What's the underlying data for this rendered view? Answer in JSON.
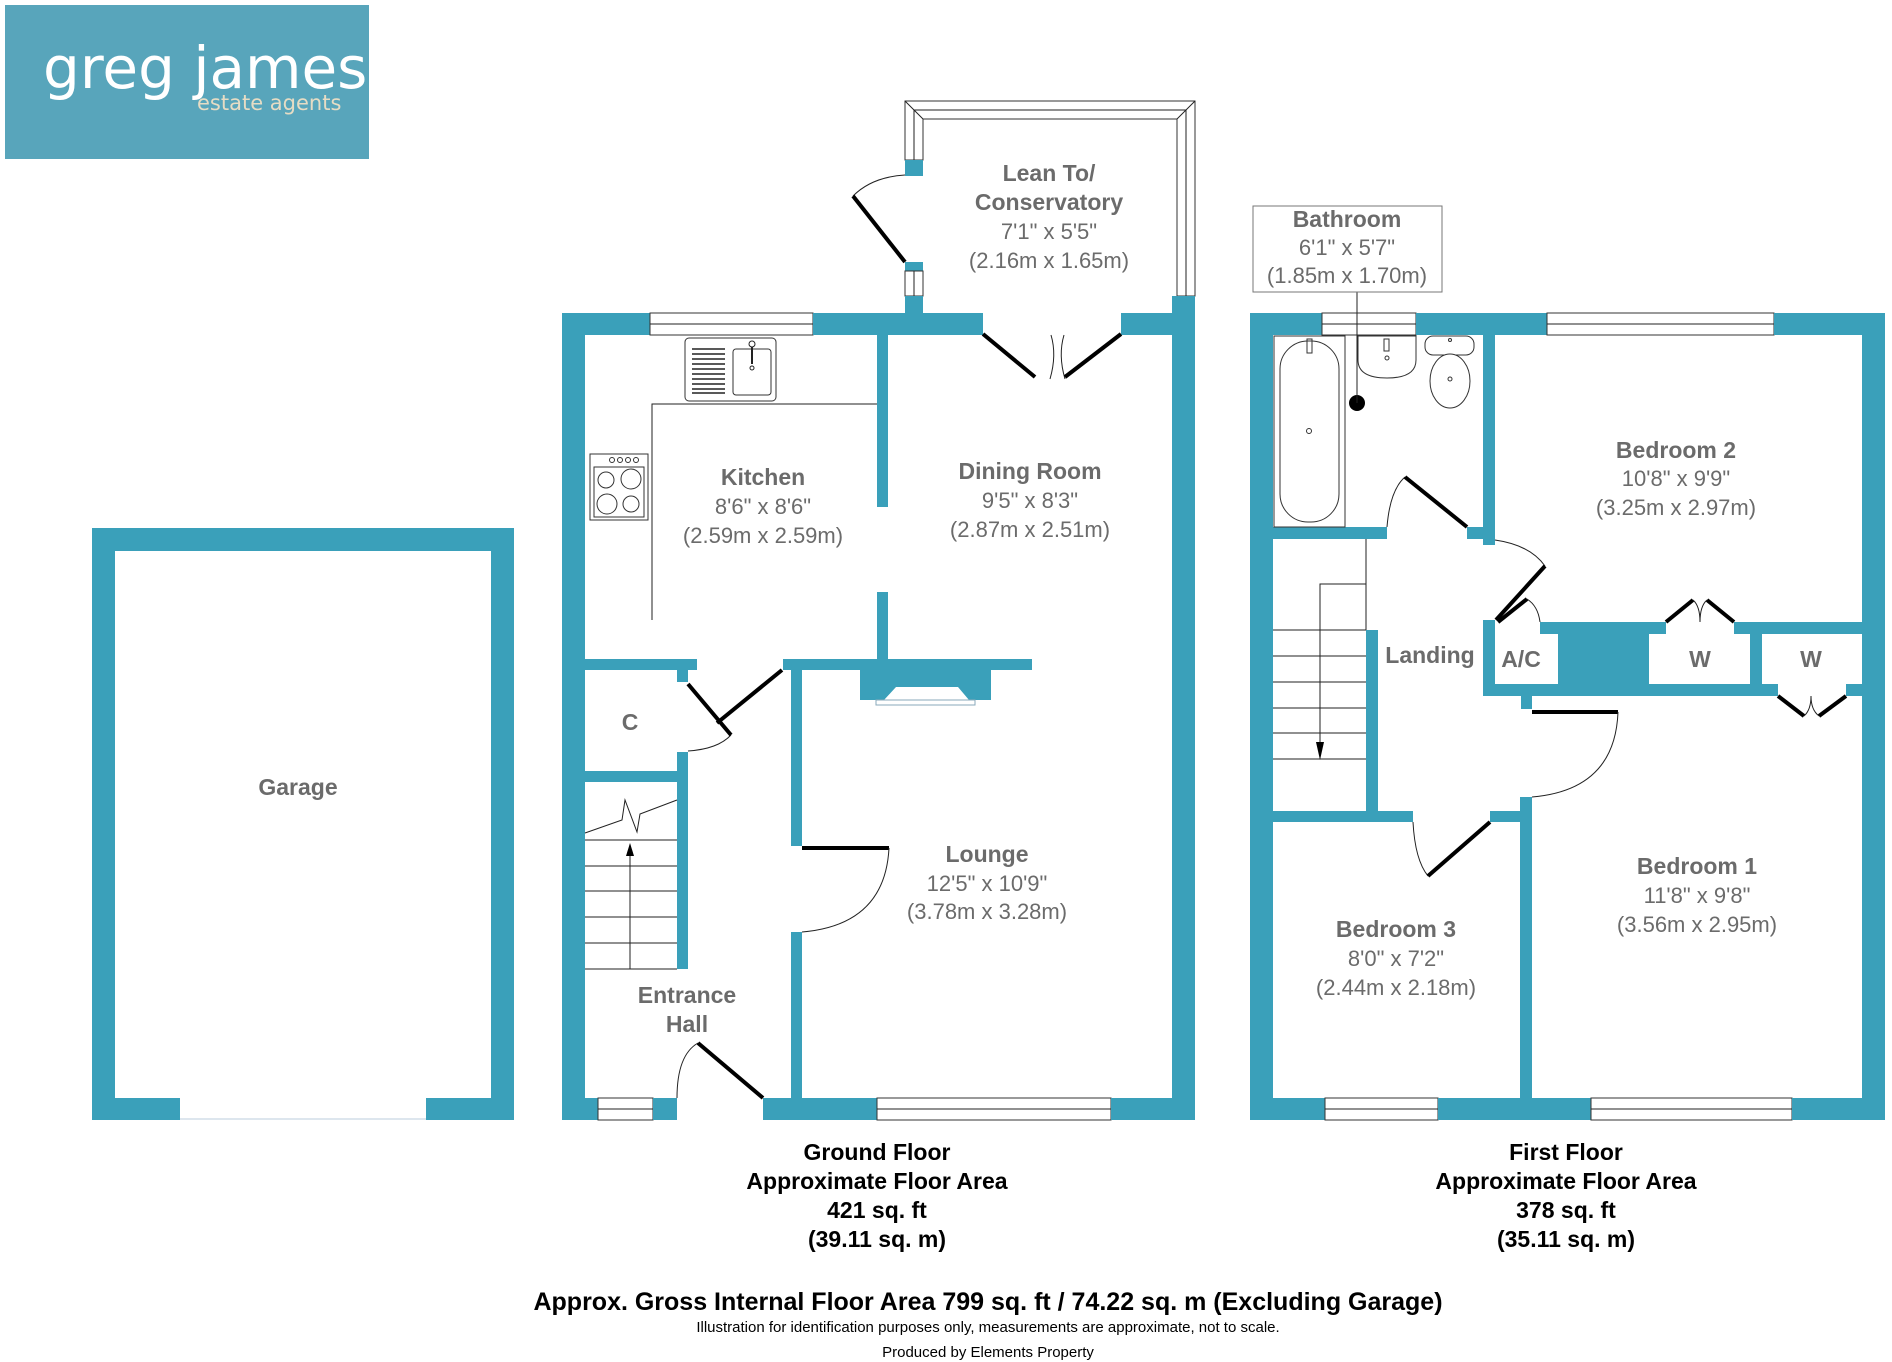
{
  "brand": {
    "name": "greg james",
    "tagline": "estate agents",
    "colors": {
      "logo_bg": "#58A5BB",
      "wall": "#3AA0BA",
      "room_text": "#6B6B6B",
      "tagline": "#E6DCC4"
    }
  },
  "ground_floor": {
    "rooms": {
      "garage": {
        "name": "Garage"
      },
      "conservatory": {
        "name_line1": "Lean To/",
        "name_line2": "Conservatory",
        "dim_imperial": "7'1\" x 5'5\"",
        "dim_metric": "(2.16m x 1.65m)"
      },
      "kitchen": {
        "name": "Kitchen",
        "dim_imperial": "8'6\" x 8'6\"",
        "dim_metric": "(2.59m x 2.59m)"
      },
      "dining": {
        "name": "Dining Room",
        "dim_imperial": "9'5\" x 8'3\"",
        "dim_metric": "(2.87m x 2.51m)"
      },
      "cupboard": {
        "name": "C"
      },
      "lounge": {
        "name": "Lounge",
        "dim_imperial": "12'5\" x 10'9\"",
        "dim_metric": "(3.78m x 3.28m)"
      },
      "hall": {
        "name_line1": "Entrance",
        "name_line2": "Hall"
      }
    },
    "summary": {
      "title": "Ground Floor",
      "subtitle": "Approximate Floor Area",
      "area_sqft": "421 sq. ft",
      "area_sqm": "(39.11 sq. m)"
    }
  },
  "first_floor": {
    "rooms": {
      "bathroom": {
        "name": "Bathroom",
        "dim_imperial": "6'1\" x 5'7\"",
        "dim_metric": "(1.85m x 1.70m)"
      },
      "bedroom2": {
        "name": "Bedroom 2",
        "dim_imperial": "10'8\" x 9'9\"",
        "dim_metric": "(3.25m x 2.97m)"
      },
      "landing": {
        "name": "Landing"
      },
      "airing_cupboard": {
        "name": "A/C"
      },
      "wardrobe1": {
        "name": "W"
      },
      "wardrobe2": {
        "name": "W"
      },
      "bedroom3": {
        "name": "Bedroom 3",
        "dim_imperial": "8'0\" x 7'2\"",
        "dim_metric": "(2.44m x 2.18m)"
      },
      "bedroom1": {
        "name": "Bedroom 1",
        "dim_imperial": "11'8\" x 9'8\"",
        "dim_metric": "(3.56m x 2.95m)"
      }
    },
    "summary": {
      "title": "First Floor",
      "subtitle": "Approximate Floor Area",
      "area_sqft": "378 sq. ft",
      "area_sqm": "(35.11 sq. m)"
    }
  },
  "footer": {
    "gross_area": "Approx. Gross Internal Floor Area 799 sq. ft / 74.22 sq. m (Excluding Garage)",
    "disclaimer": "Illustration for identification purposes only, measurements are approximate, not to scale.",
    "producer": "Produced by Elements Property"
  }
}
